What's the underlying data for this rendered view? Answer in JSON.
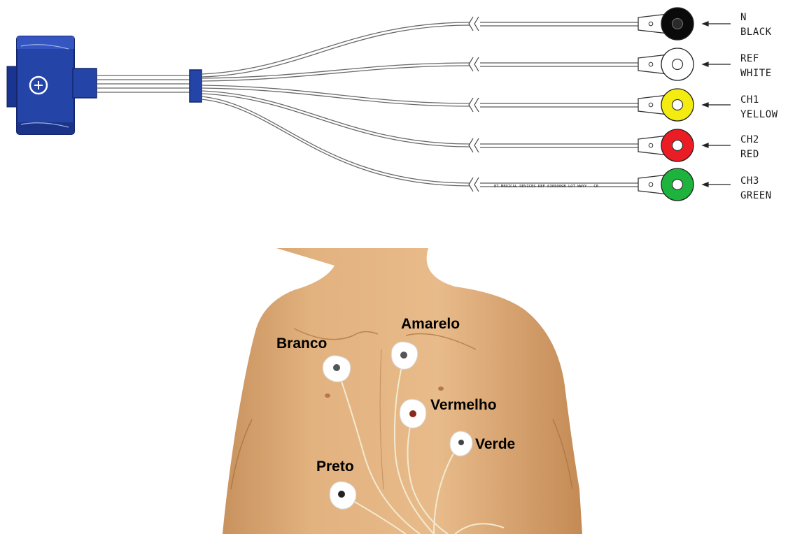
{
  "diagram_title": "",
  "cable_text": "ET MEDICAL DEVICES REF 6305009B LOT WWYY - CE",
  "leads": [
    {
      "code": "N",
      "color_name": "BLACK",
      "fill": "#0a0a0a",
      "hole": "#2a2a2a"
    },
    {
      "code": "REF",
      "color_name": "WHITE",
      "fill": "#ffffff",
      "hole": "#ffffff"
    },
    {
      "code": "CH1",
      "color_name": "YELLOW",
      "fill": "#f4ec10",
      "hole": "#ffffff"
    },
    {
      "code": "CH2",
      "color_name": "RED",
      "fill": "#ec1c24",
      "hole": "#ffffff"
    },
    {
      "code": "CH3",
      "color_name": "GREEN",
      "fill": "#1db33c",
      "hole": "#ffffff"
    }
  ],
  "electrodes": {
    "branco": "Branco",
    "amarelo": "Amarelo",
    "vermelho": "Vermelho",
    "verde": "Verde",
    "preto": "Preto"
  },
  "colors": {
    "connector_blue": "#2444a8",
    "connector_dark": "#15297a",
    "skin": "#e2b27f",
    "skin_shadow": "#c8925e",
    "wire": "#555555"
  }
}
